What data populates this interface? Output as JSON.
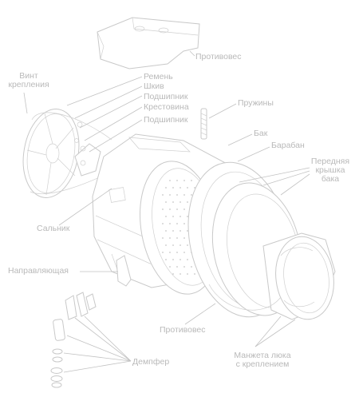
{
  "labels": {
    "counterweight_top": "Противовес",
    "bolt_line1": "Винт",
    "bolt_line2": "крепления",
    "belt": "Ремень",
    "pulley": "Шкив",
    "bearings": "Подшипник",
    "cross_bracket": "Крестовина",
    "bearing2": "Подшипник",
    "springs": "Пружины",
    "tank": "Бак",
    "drum": "Барабан",
    "front_cover_line1": "Передняя",
    "front_cover_line2": "крышка",
    "front_cover_line3": "бака",
    "seal": "Сальник",
    "guide": "Направляющая",
    "counterweight_bottom": "Противовес",
    "cuff_line1": "Манжета люка",
    "cuff_line2": "с креплением",
    "damper": "Демпфер"
  }
}
